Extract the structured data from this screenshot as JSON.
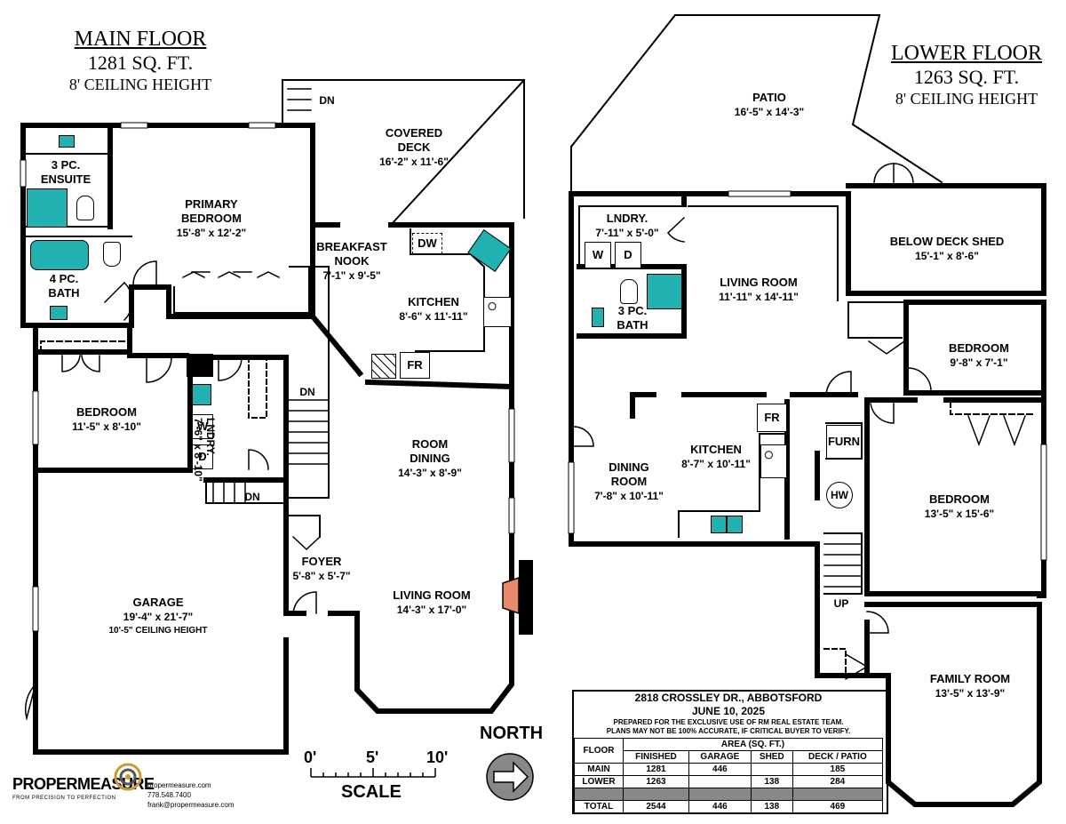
{
  "main_floor": {
    "title": "MAIN FLOOR",
    "area": "1281 SQ. FT.",
    "ceiling": "8' CEILING HEIGHT",
    "rooms": {
      "ensuite": {
        "name": "3 PC. ENSUITE"
      },
      "primary": {
        "name": "PRIMARY BEDROOM",
        "dim": "15'-8\" x 12'-2\""
      },
      "bath4": {
        "name": "4 PC. BATH"
      },
      "covered_deck": {
        "name": "COVERED DECK",
        "dim": "16'-2\" x 11'-6\""
      },
      "breakfast": {
        "name": "BREAKFAST NOOK",
        "dim": "7'-1\" x 9'-5\""
      },
      "kitchen": {
        "name": "KITCHEN",
        "dim": "8'-6\" x 11'-11\""
      },
      "bedroom": {
        "name": "BEDROOM",
        "dim": "11'-5\" x 8'-10\""
      },
      "laundry": {
        "name": "LNDRY.",
        "dim": "7'-6\" x 8'-10\""
      },
      "dining": {
        "name": "ROOM DINING",
        "dim": "14'-3\" x 8'-9\""
      },
      "garage": {
        "name": "GARAGE",
        "dim": "19'-4\" x 21'-7\"",
        "ceiling": "10'-5\" CEILING HEIGHT"
      },
      "foyer": {
        "name": "FOYER",
        "dim": "5'-8\" x 5'-7\""
      },
      "living": {
        "name": "LIVING ROOM",
        "dim": "14'-3\" x 17'-0\""
      }
    },
    "marks": {
      "dn1": "DN",
      "dn2": "DN",
      "dn3": "DN",
      "dw": "DW",
      "fr": "FR",
      "w": "W",
      "d": "D"
    }
  },
  "lower_floor": {
    "title": "LOWER FLOOR",
    "area": "1263 SQ. FT.",
    "ceiling": "8' CEILING HEIGHT",
    "rooms": {
      "patio": {
        "name": "PATIO",
        "dim": "16'-5\" x 14'-3\""
      },
      "laundry": {
        "name": "LNDRY.",
        "dim": "7'-11\" x 5'-0\""
      },
      "living": {
        "name": "LIVING ROOM",
        "dim": "11'-11\" x 14'-11\""
      },
      "shed": {
        "name": "BELOW DECK SHED",
        "dim": "15'-1\" x 8'-6\""
      },
      "bath3": {
        "name": "3 PC. BATH"
      },
      "bedroom1": {
        "name": "BEDROOM",
        "dim": "9'-8\" x 7'-1\""
      },
      "kitchen": {
        "name": "KITCHEN",
        "dim": "8'-7\" x 10'-11\""
      },
      "dining": {
        "name": "DINING ROOM",
        "dim": "7'-8\" x 10'-11\""
      },
      "bedroom2": {
        "name": "BEDROOM",
        "dim": "13'-5\" x 15'-6\""
      },
      "family": {
        "name": "FAMILY ROOM",
        "dim": "13'-5\" x 13'-9\""
      }
    },
    "marks": {
      "w": "W",
      "d": "D",
      "fr": "FR",
      "furn": "FURN",
      "hw": "HW",
      "up": "UP"
    }
  },
  "scale": {
    "label": "SCALE",
    "ticks": [
      "0'",
      "5'",
      "10'"
    ]
  },
  "north": {
    "label": "NORTH",
    "icon": "north-arrow-icon"
  },
  "info": {
    "address": "2818 CROSSLEY DR., ABBOTSFORD",
    "date": "JUNE 10, 2025",
    "note1": "PREPARED FOR THE EXCLUSIVE USE OF RM REAL ESTATE TEAM.",
    "note2": "PLANS MAY NOT BE 100% ACCURATE, IF CRITICAL BUYER TO VERIFY."
  },
  "area_table": {
    "floor_header": "FLOOR",
    "area_header": "AREA (SQ. FT.)",
    "columns": [
      "FINISHED",
      "GARAGE",
      "SHED",
      "DECK / PATIO"
    ],
    "rows": [
      {
        "floor": "MAIN",
        "values": [
          "1281",
          "446",
          "",
          "185"
        ]
      },
      {
        "floor": "LOWER",
        "values": [
          "1263",
          "",
          "138",
          "284"
        ]
      },
      {
        "floor": "TOTAL",
        "values": [
          "2544",
          "446",
          "138",
          "469"
        ]
      }
    ]
  },
  "logo": {
    "brand": "PROPERMEASURE",
    "tagline": "FROM PRECISION TO PERFECTION",
    "website": "propermeasure.com",
    "phone": "778.548.7400",
    "email": "frank@propermeasure.com"
  },
  "colors": {
    "fixture": "#21b1b0",
    "fireplace": "#e8896b",
    "wall": "#000000"
  }
}
